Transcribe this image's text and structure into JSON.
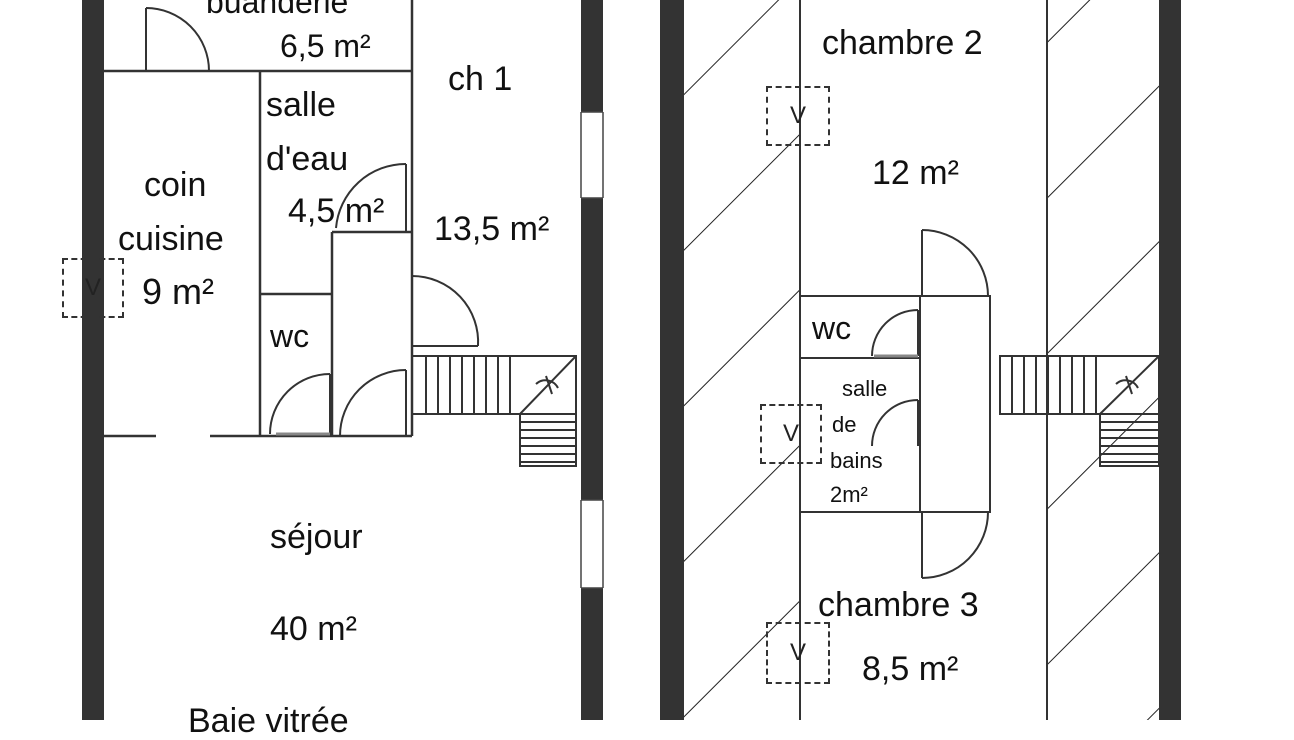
{
  "plan": {
    "left_level": {
      "rooms": {
        "buanderie": {
          "name": "buanderie",
          "area": "6,5 m²"
        },
        "ch1": {
          "name": "ch 1",
          "area": "13,5 m²"
        },
        "salle_eau": {
          "name_line1": "salle",
          "name_line2": "d'eau",
          "area": "4,5 m²"
        },
        "coin_cuisine": {
          "name_line1": "coin",
          "name_line2": "cuisine",
          "area": "9 m²"
        },
        "wc": {
          "name": "wc"
        },
        "sejour": {
          "name": "séjour",
          "area": "40 m²",
          "note": "Baie vitrée"
        }
      },
      "vent_mark": "V"
    },
    "right_level": {
      "rooms": {
        "chambre2": {
          "name": "chambre 2",
          "area": "12 m²"
        },
        "wc": {
          "name": "wc"
        },
        "salle_bains": {
          "line1": "salle",
          "line2": "de",
          "line3": "bains",
          "area": "2m²"
        },
        "chambre3": {
          "name": "chambre 3",
          "area": "8,5 m²"
        }
      },
      "vent_marks": [
        "V",
        "V",
        "V"
      ]
    }
  }
}
